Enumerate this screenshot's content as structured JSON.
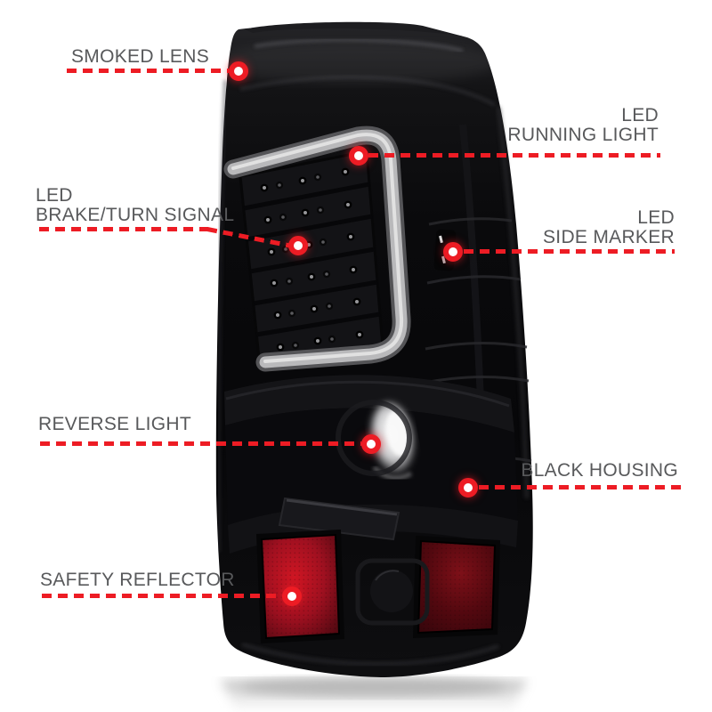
{
  "figure": {
    "background": "#ffffff"
  },
  "colors": {
    "callout_line_red": "#ed1c24",
    "label_gray": "#58595b",
    "housing_black": "#0b0b0d",
    "light_bar_gray": "#b9b9bb",
    "reflector_red_bright": "#a01020",
    "reflector_red_dark": "#52080f"
  },
  "callouts": {
    "smoked_lens": {
      "line1": "SMOKED LENS"
    },
    "led_running_light": {
      "line1": "LED",
      "line2": "RUNNING LIGHT"
    },
    "led_brake_turn_signal": {
      "line1": "LED",
      "line2": "BRAKE/TURN SIGNAL"
    },
    "led_side_marker": {
      "line1": "LED",
      "line2": "SIDE MARKER"
    },
    "reverse_light": {
      "line1": "REVERSE LIGHT"
    },
    "black_housing": {
      "line1": "BLACK HOUSING"
    },
    "safety_reflector": {
      "line1": "SAFETY REFLECTOR"
    }
  }
}
